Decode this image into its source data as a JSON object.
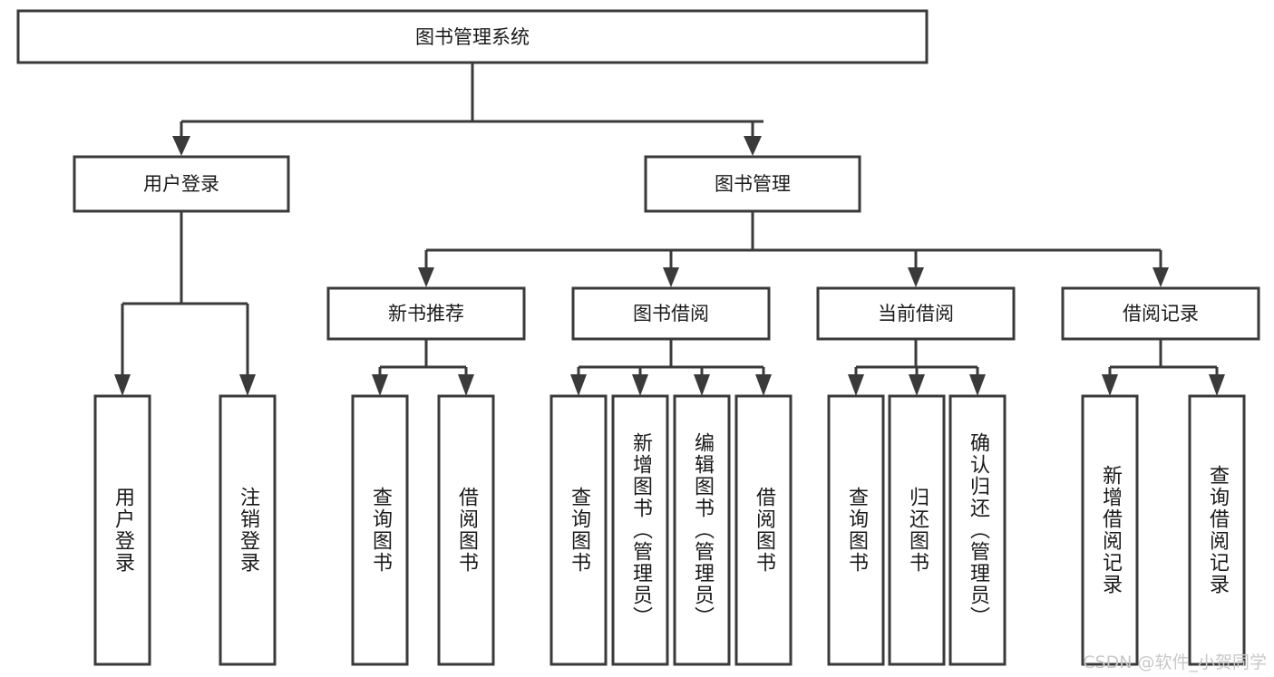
{
  "diagram": {
    "title_node": {
      "id": "root",
      "label": "图书管理系统"
    },
    "level1": [
      {
        "id": "user-login",
        "label": "用户登录"
      },
      {
        "id": "book-manage",
        "label": "图书管理"
      }
    ],
    "level2": [
      {
        "id": "new-book-recommend",
        "label": "新书推荐"
      },
      {
        "id": "book-borrow",
        "label": "图书借阅"
      },
      {
        "id": "current-borrow",
        "label": "当前借阅"
      },
      {
        "id": "borrow-record",
        "label": "借阅记录"
      }
    ],
    "leaves": [
      {
        "id": "leaf-user-login",
        "label": "用户登录",
        "parent": "user-login"
      },
      {
        "id": "leaf-logout-login",
        "label": "注销登录",
        "parent": "user-login"
      },
      {
        "id": "leaf-query-book-1",
        "label": "查询图书",
        "parent": "new-book-recommend"
      },
      {
        "id": "leaf-borrow-book-1",
        "label": "借阅图书",
        "parent": "new-book-recommend"
      },
      {
        "id": "leaf-query-book-2",
        "label": "查询图书",
        "parent": "book-borrow"
      },
      {
        "id": "leaf-add-book",
        "label": "新增图书（管理员）",
        "parent": "book-borrow"
      },
      {
        "id": "leaf-edit-book",
        "label": "编辑图书（管理员）",
        "parent": "book-borrow"
      },
      {
        "id": "leaf-borrow-book-2",
        "label": "借阅图书",
        "parent": "book-borrow"
      },
      {
        "id": "leaf-query-book-3",
        "label": "查询图书",
        "parent": "current-borrow"
      },
      {
        "id": "leaf-return-book",
        "label": "归还图书",
        "parent": "current-borrow"
      },
      {
        "id": "leaf-confirm-return",
        "label": "确认归还（管理员）",
        "parent": "current-borrow"
      },
      {
        "id": "leaf-add-record",
        "label": "新增借阅记录",
        "parent": "borrow-record"
      },
      {
        "id": "leaf-query-record",
        "label": "查询借阅记录",
        "parent": "borrow-record"
      }
    ],
    "colors": {
      "stroke": "#3a3a3a",
      "fill": "#ffffff",
      "text": "#1a1a1a",
      "watermark": "#c8c8c8"
    }
  },
  "watermark": {
    "text": "CSDN @软件_小贺同学"
  }
}
